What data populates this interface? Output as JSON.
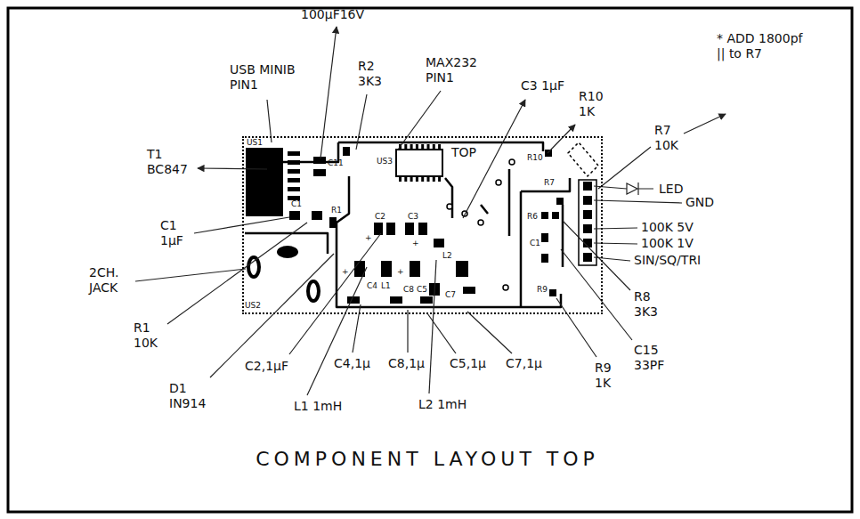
{
  "diagram": {
    "title": "COMPONENT LAYOUT TOP",
    "nodes": [
      {
        "text": [
          "TOP"
        ]
      }
    ],
    "labels": [
      "USB MINIB PIN1",
      "100µF16V",
      "R2 3K3",
      "MAX232 PIN1",
      "C3 1µF",
      "R10 1K",
      "* ADD 1800pf || to R7",
      "R7 10K",
      "LED",
      "GND",
      "100K 5V",
      "100K 1V",
      "SIN/SQ/TRI",
      "R8 3K3",
      "C15 33PF",
      "R9 1K",
      "C7,1µ",
      "C5,1µ",
      "C8,1µ",
      "C4,1µ",
      "L2 1mH",
      "L1 1mH",
      "C2,1µF",
      "D1 IN914",
      "R1 10K",
      "2CH. JACK",
      "C1 1µF",
      "T1 BC847",
      "US1",
      "C11",
      "US3",
      "C1",
      "R1",
      "C2",
      "C3",
      "L2",
      "C4",
      "L1",
      "C8",
      "C5",
      "C7",
      "R10",
      "R7",
      "R6",
      "C1",
      "R9",
      "US2",
      "+",
      "+",
      "+",
      "+"
    ]
  }
}
